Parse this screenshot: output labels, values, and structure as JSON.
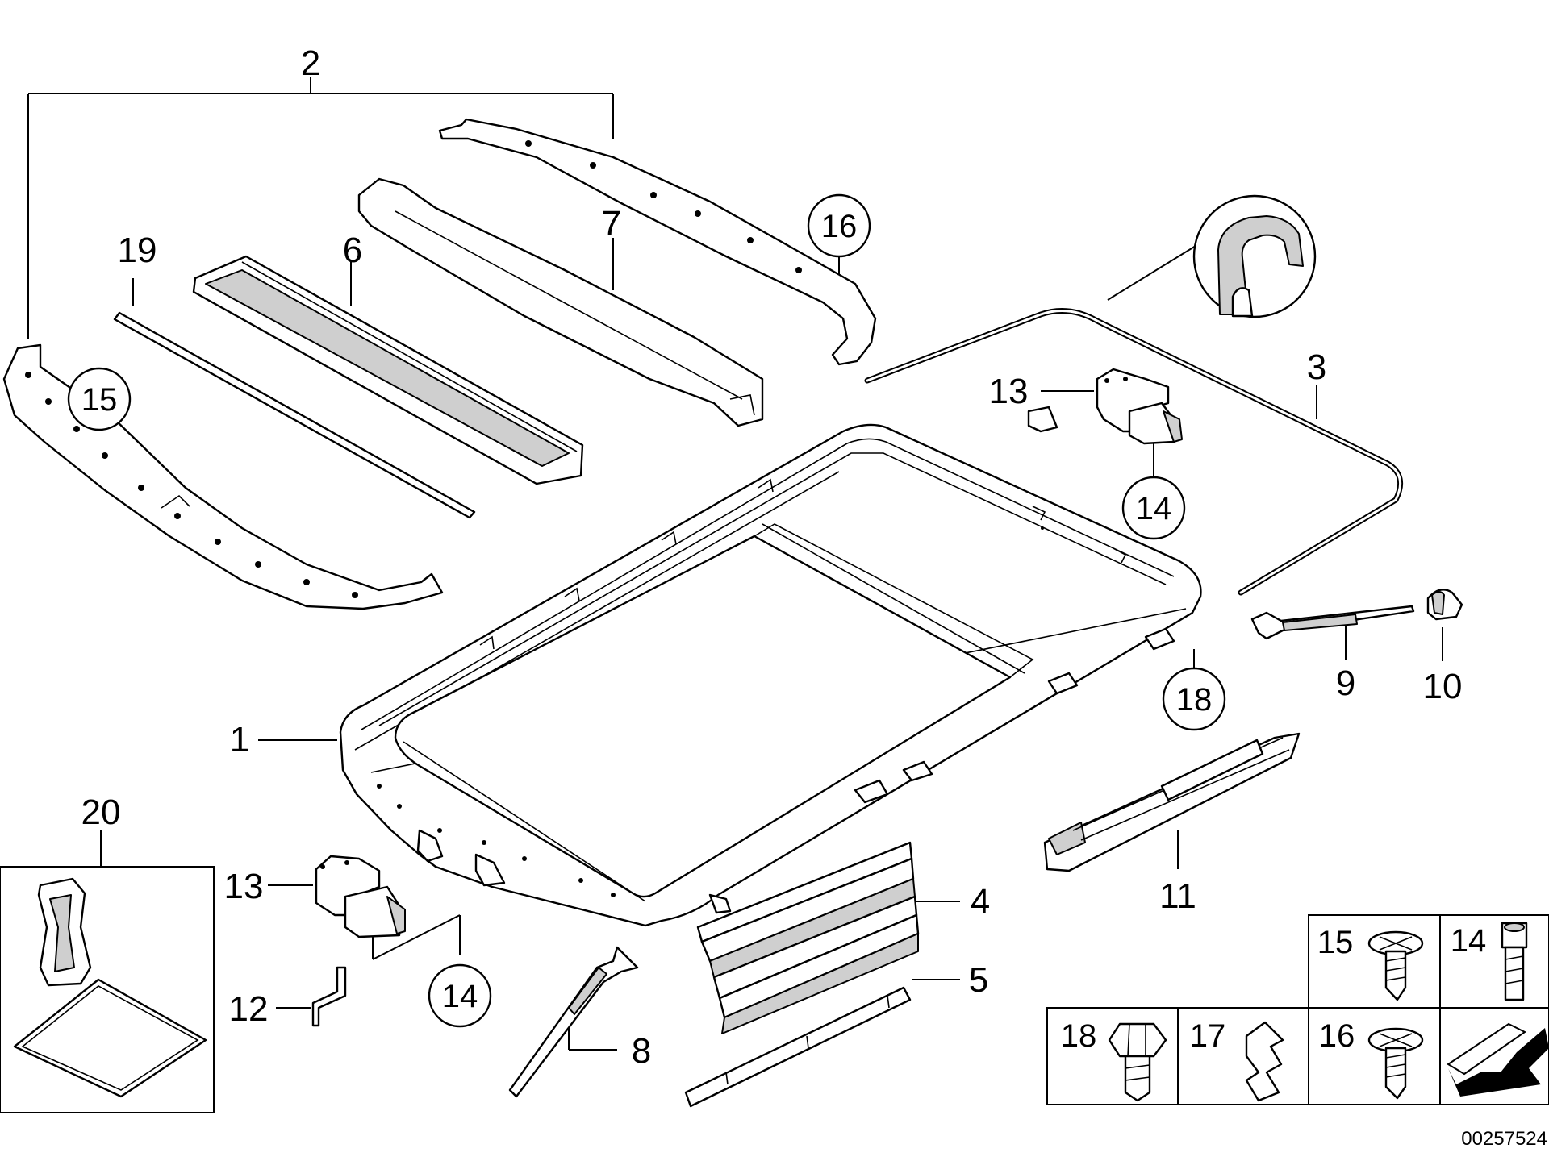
{
  "diagram": {
    "reference_number": "00257524",
    "callouts": [
      {
        "id": "c1",
        "text": "1"
      },
      {
        "id": "c2",
        "text": "2"
      },
      {
        "id": "c3",
        "text": "3"
      },
      {
        "id": "c4",
        "text": "4"
      },
      {
        "id": "c5",
        "text": "5"
      },
      {
        "id": "c6",
        "text": "6"
      },
      {
        "id": "c7",
        "text": "7"
      },
      {
        "id": "c8",
        "text": "8"
      },
      {
        "id": "c9",
        "text": "9"
      },
      {
        "id": "c10",
        "text": "10"
      },
      {
        "id": "c11",
        "text": "11"
      },
      {
        "id": "c12",
        "text": "12"
      },
      {
        "id": "c13a",
        "text": "13"
      },
      {
        "id": "c13b",
        "text": "13"
      },
      {
        "id": "c19",
        "text": "19"
      },
      {
        "id": "c20",
        "text": "20"
      }
    ],
    "circled_callouts": [
      {
        "id": "cc14a",
        "text": "14"
      },
      {
        "id": "cc14b",
        "text": "14"
      },
      {
        "id": "cc15",
        "text": "15"
      },
      {
        "id": "cc16",
        "text": "16"
      },
      {
        "id": "cc18",
        "text": "18"
      }
    ],
    "hardware_table": [
      {
        "id": "h15",
        "text": "15"
      },
      {
        "id": "h14",
        "text": "14"
      },
      {
        "id": "h18",
        "text": "18"
      },
      {
        "id": "h17",
        "text": "17"
      },
      {
        "id": "h16",
        "text": "16"
      }
    ]
  }
}
